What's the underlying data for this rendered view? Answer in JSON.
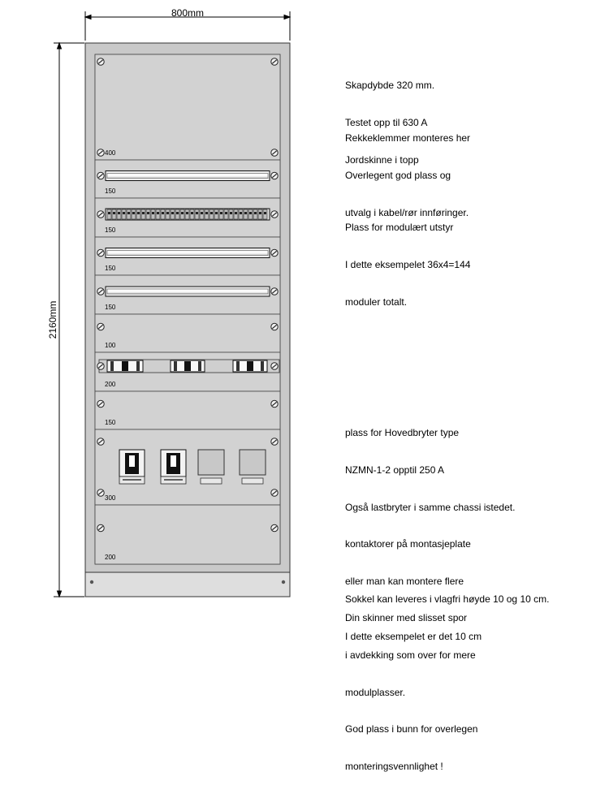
{
  "dimensions": {
    "width": "800mm",
    "height": "2160mm"
  },
  "sections": [
    {
      "label": "400",
      "type": "blank-screws"
    },
    {
      "label": "150",
      "type": "din-rail"
    },
    {
      "label": "150",
      "type": "terminal-blocks"
    },
    {
      "label": "150",
      "type": "din-rail"
    },
    {
      "label": "150",
      "type": "din-rail"
    },
    {
      "label": "100",
      "type": "blank"
    },
    {
      "label": "200",
      "type": "disconnectors"
    },
    {
      "label": "150",
      "type": "blank"
    },
    {
      "label": "300",
      "type": "breakers"
    },
    {
      "label": "200",
      "type": "blank"
    }
  ],
  "notes": [
    {
      "lines": [
        "Skapdybde 320 mm.",
        "Testet opp til 630 A",
        "Jordskinne i topp"
      ]
    },
    {
      "lines": [
        "Rekkeklemmer monteres her",
        "Overlegent god plass og",
        "utvalg i kabel/rør innføringer."
      ]
    },
    {
      "lines": [
        "Plass for modulært utstyr",
        "I dette eksempelet 36x4=144",
        "moduler totalt."
      ]
    },
    {
      "lines": [
        "plass for Hovedbryter type",
        "NZMN-1-2 opptil 250 A",
        "Også lastbryter i samme chassi istedet.",
        "kontaktorer på montasjeplate",
        "eller man kan montere flere",
        "Din skinner med slisset spor",
        "i avdekking som over for mere",
        "modulplasser.",
        "God plass i bunn for overlegen",
        "monteringsvennlighet !"
      ]
    },
    {
      "lines": [
        "Sokkel kan leveres i vlagfri høyde 10 og 10 cm.",
        "I dette eksempelet er det 10 cm"
      ]
    }
  ]
}
